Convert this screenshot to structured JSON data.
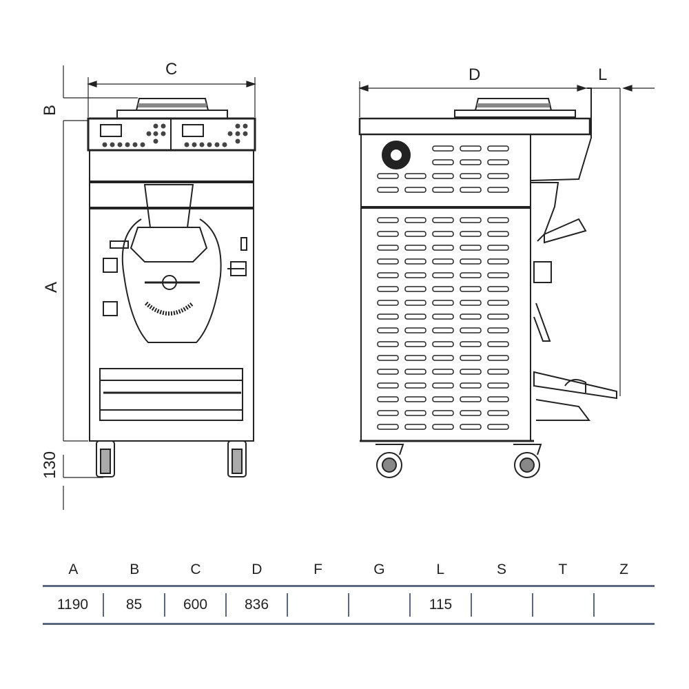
{
  "dimension_labels": {
    "A": "A",
    "B": "B",
    "C": "C",
    "D": "D",
    "L": "L",
    "wheel_height": "130"
  },
  "spec_table": {
    "headers": [
      "A",
      "B",
      "C",
      "D",
      "F",
      "G",
      "L",
      "S",
      "T",
      "Z"
    ],
    "values": [
      "1190",
      "85",
      "600",
      "836",
      "",
      "",
      "115",
      "",
      "",
      ""
    ]
  },
  "colors": {
    "line": "#222222",
    "table_rule": "#5b6780"
  }
}
